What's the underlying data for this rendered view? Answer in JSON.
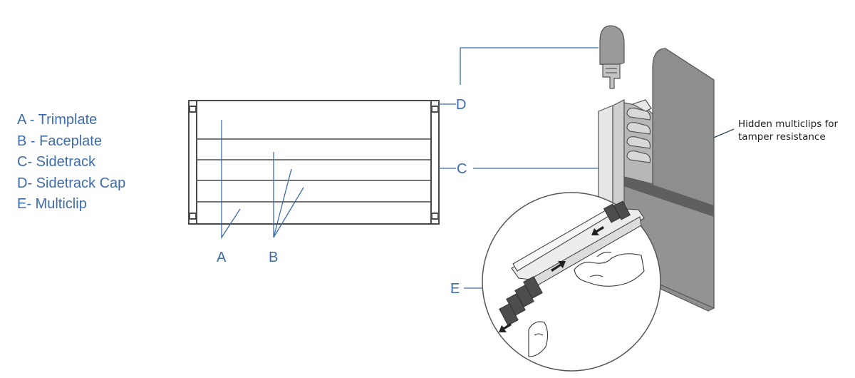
{
  "colors": {
    "accent": "#3d6cae",
    "line": "#4a4a4a",
    "panel": "#8e8e8e"
  },
  "legend": {
    "items": [
      "A - Trimplate",
      "B - Faceplate",
      "C- Sidetrack",
      "D- Sidetrack Cap",
      "E- Multiclip"
    ]
  },
  "callouts": {
    "a": "A",
    "b": "B",
    "c": "C",
    "d": "D",
    "e": "E"
  },
  "annotation": {
    "line1": "Hidden multiclips for",
    "line2": "tamper resistance"
  }
}
